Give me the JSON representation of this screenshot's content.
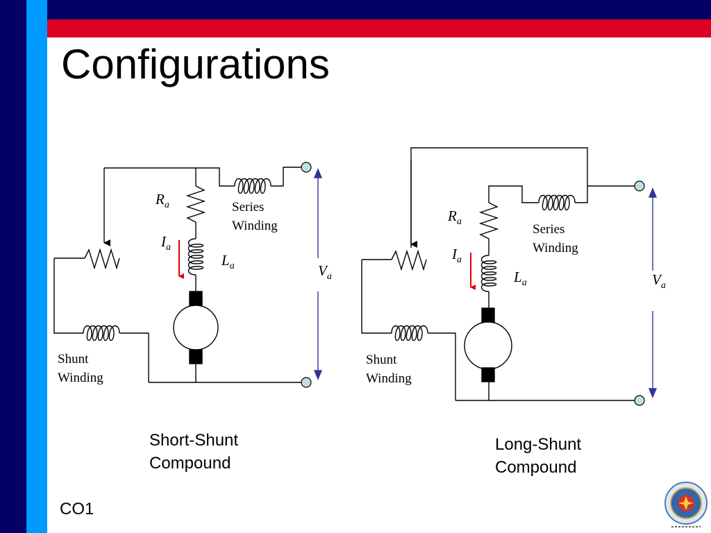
{
  "slide": {
    "title": "Configurations",
    "footer": "CO1",
    "colors": {
      "dark_blue": "#000066",
      "light_blue": "#0099ff",
      "red": "#dd0022",
      "current_arrow": "#dd0000",
      "voltage_arrow": "#333399",
      "terminal": "#bfe0e0"
    }
  },
  "short_shunt": {
    "caption": [
      "Short-Shunt",
      "Compound"
    ],
    "ra_main": "R",
    "ra_sub": "a",
    "ia_main": "I",
    "ia_sub": "a",
    "la_main": "L",
    "la_sub": "a",
    "va_main": "V",
    "va_sub": "a",
    "series_label": [
      "Series",
      "Winding"
    ],
    "shunt_label": [
      "Shunt",
      "Winding"
    ]
  },
  "long_shunt": {
    "caption": [
      "Long-Shunt",
      "Compound"
    ],
    "ra_main": "R",
    "ra_sub": "a",
    "ia_main": "I",
    "ia_sub": "a",
    "la_main": "L",
    "la_sub": "a",
    "va_main": "V",
    "va_sub": "a",
    "series_label": [
      "Series",
      "Winding"
    ],
    "shunt_label": [
      "Shunt",
      "Winding"
    ]
  }
}
